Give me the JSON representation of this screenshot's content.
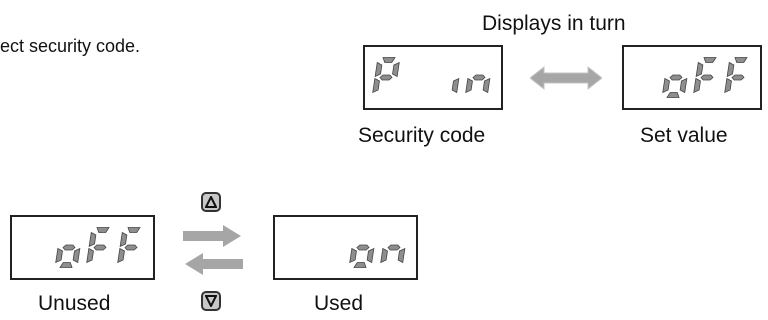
{
  "intro_text": "ect security code.",
  "alternate_caption": "Displays in turn",
  "top_displays": [
    {
      "id": "security-code-display",
      "chars": [
        "P",
        "",
        "i",
        "n"
      ],
      "label": "Security code"
    },
    {
      "id": "set-value-display",
      "chars": [
        "",
        "o",
        "F",
        "F"
      ],
      "label": "Set value"
    }
  ],
  "bottom_displays": [
    {
      "id": "unused-display",
      "chars": [
        "",
        "o",
        "F",
        "F"
      ],
      "label": "Unused"
    },
    {
      "id": "used-display",
      "chars": [
        "",
        "",
        "o",
        "n"
      ],
      "label": "Used"
    }
  ],
  "buttons": {
    "up": "up-key",
    "down": "down-key"
  },
  "colors": {
    "segment": "#8e8e8e",
    "arrow": "#a6a6a6",
    "key_fill": "#c8c8c8"
  }
}
